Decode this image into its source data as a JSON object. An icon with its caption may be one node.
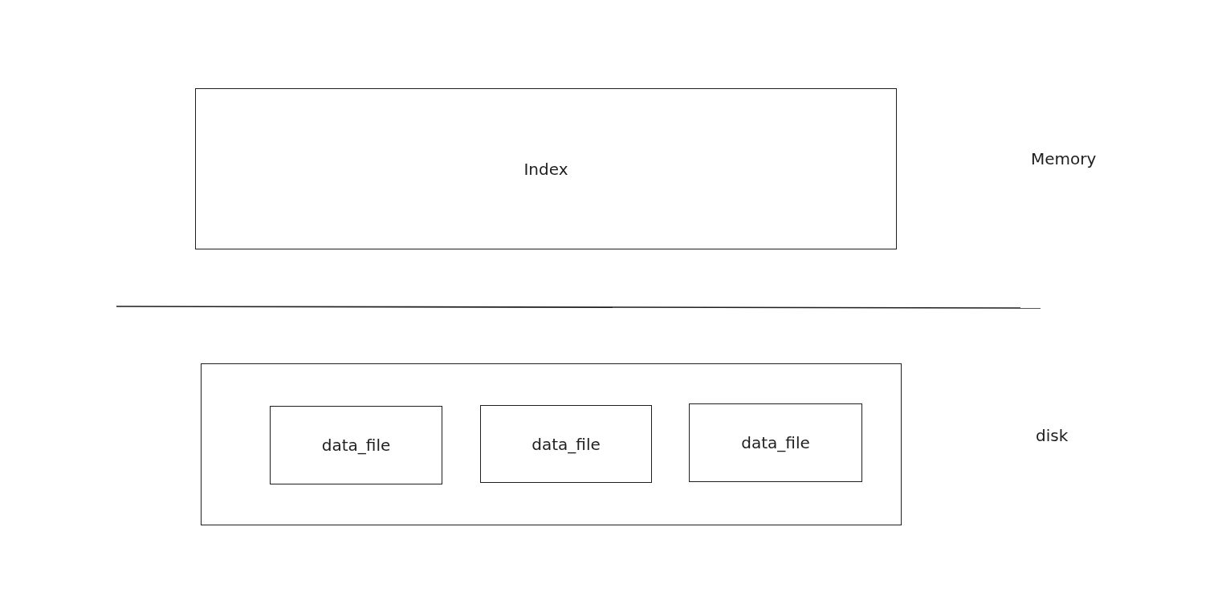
{
  "diagram": {
    "nodes": [
      {
        "text": [
          "Index"
        ]
      },
      {
        "text": [],
        "shape": "box"
      },
      {
        "text": [
          "data_file"
        ],
        "in": 1
      },
      {
        "text": [
          "data_file"
        ],
        "in": 1
      },
      {
        "text": [
          "data_file"
        ],
        "in": 1
      }
    ],
    "labels": [
      "Memory",
      "disk"
    ]
  }
}
